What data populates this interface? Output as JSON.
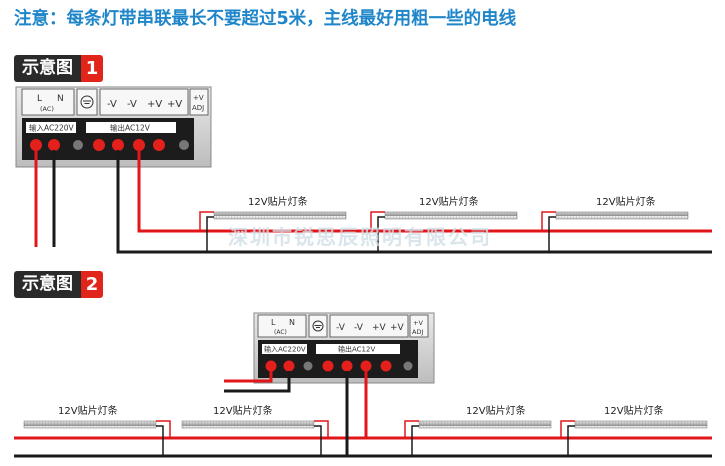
{
  "notice": "注意：每条灯带串联最长不要超过5米，主线最好用粗一些的电线",
  "watermark": "深圳市锐思辰照明有限公司",
  "colors": {
    "accent": "#1f86c9",
    "badge": "#e1251b",
    "wire_red": "#e0161b",
    "wire_black": "#1a1a1a"
  },
  "psu": {
    "terminals": {
      "l": "L",
      "n": "N",
      "ac": "(AC)",
      "v_minus": "-V",
      "v_plus": "+V",
      "plus_v": "+V",
      "adj": "ADJ"
    },
    "input_label": "输入AC220V",
    "output_label": "输出AC12V"
  },
  "diagrams": [
    {
      "title": "示意图",
      "number": "1",
      "strips": [
        "12V贴片灯条",
        "12V贴片灯条",
        "12V贴片灯条"
      ]
    },
    {
      "title": "示意图",
      "number": "2",
      "strips": [
        "12V贴片灯条",
        "12V贴片灯条",
        "12V贴片灯条",
        "12V贴片灯条"
      ]
    }
  ]
}
